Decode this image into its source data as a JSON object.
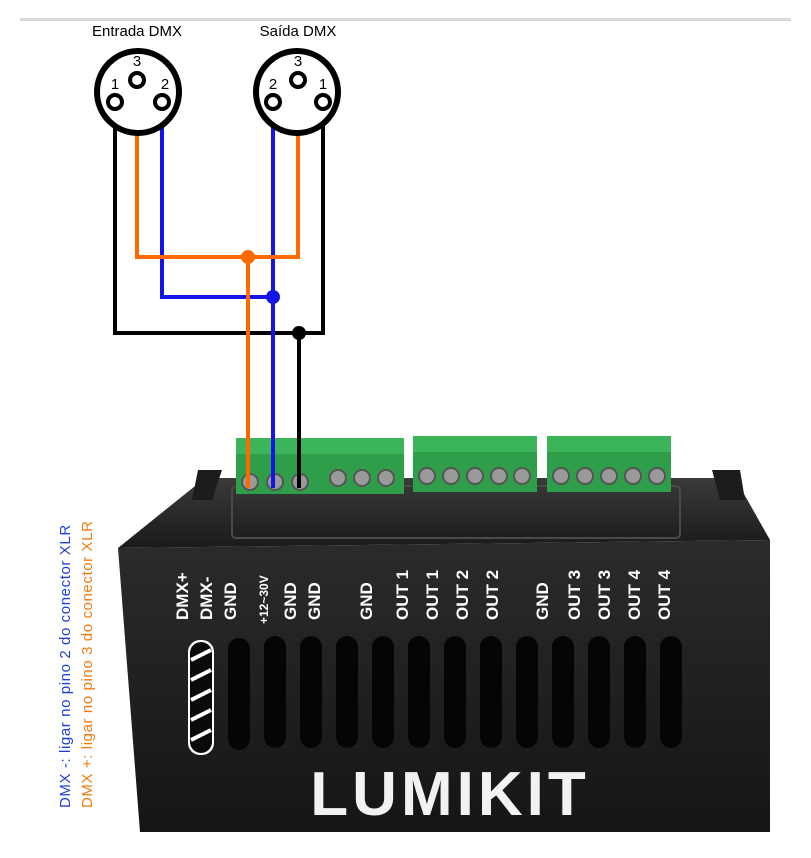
{
  "connectors": {
    "input_title": "Entrada DMX",
    "output_title": "Saída DMX",
    "input_pins": {
      "p1": "1",
      "p2": "2",
      "p3": "3"
    },
    "output_pins": {
      "p1": "1",
      "p2": "2",
      "p3": "3"
    }
  },
  "notes": {
    "dmx_minus": "DMX -: ligar no pino 2 do conector XLR",
    "dmx_plus": "DMX +: ligar no pino 3 do conector XLR"
  },
  "device": {
    "brand": "LUMIKIT",
    "terminal_labels": [
      "DMX+",
      "DMX-",
      "GND",
      "+12~30V",
      "GND",
      "GND",
      "GND",
      "OUT 1",
      "OUT 1",
      "OUT 2",
      "OUT 2",
      "GND",
      "OUT 3",
      "OUT 3",
      "OUT 4",
      "OUT 4"
    ]
  },
  "colors": {
    "dmx_plus_wire": "#ff6a00",
    "dmx_minus_wire": "#1414e6",
    "gnd_wire": "#000000",
    "terminal_green": "#2f9e4a",
    "device_body": "#1e1e1e",
    "note_minus_text": "#1f3fd6",
    "note_plus_text": "#f07a12"
  }
}
